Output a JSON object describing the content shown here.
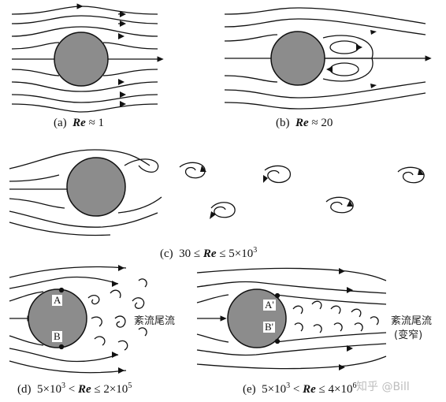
{
  "panels": {
    "a": {
      "caption_prefix": "(a)",
      "re": "Re",
      "rel": "≈ 1"
    },
    "b": {
      "caption_prefix": "(b)",
      "re": "Re",
      "rel": "≈ 20"
    },
    "c": {
      "caption_prefix": "(c)",
      "lower": "30 ≤",
      "re": "Re",
      "upper": "≤ 5×10",
      "exp": "3"
    },
    "d": {
      "caption_prefix": "(d)",
      "lower": "5×10",
      "lower_exp": "3",
      "lt": "<",
      "re": "Re",
      "upper": "≤ 2×10",
      "upper_exp": "5",
      "point_a": "A",
      "point_b": "B",
      "wake_label": "紊流尾流"
    },
    "e": {
      "caption_prefix": "(e)",
      "lower": "5×10",
      "lower_exp": "3",
      "lt": "<",
      "re": "Re",
      "upper": "≤ 4×10",
      "upper_exp": "6",
      "point_a": "A'",
      "point_b": "B'",
      "wake_label": "紊流尾流",
      "wake_note": "(变窄)"
    }
  },
  "watermark": "知乎 @Bill",
  "colors": {
    "cylinder_fill": "#8c8c8c",
    "stroke": "#111111"
  }
}
